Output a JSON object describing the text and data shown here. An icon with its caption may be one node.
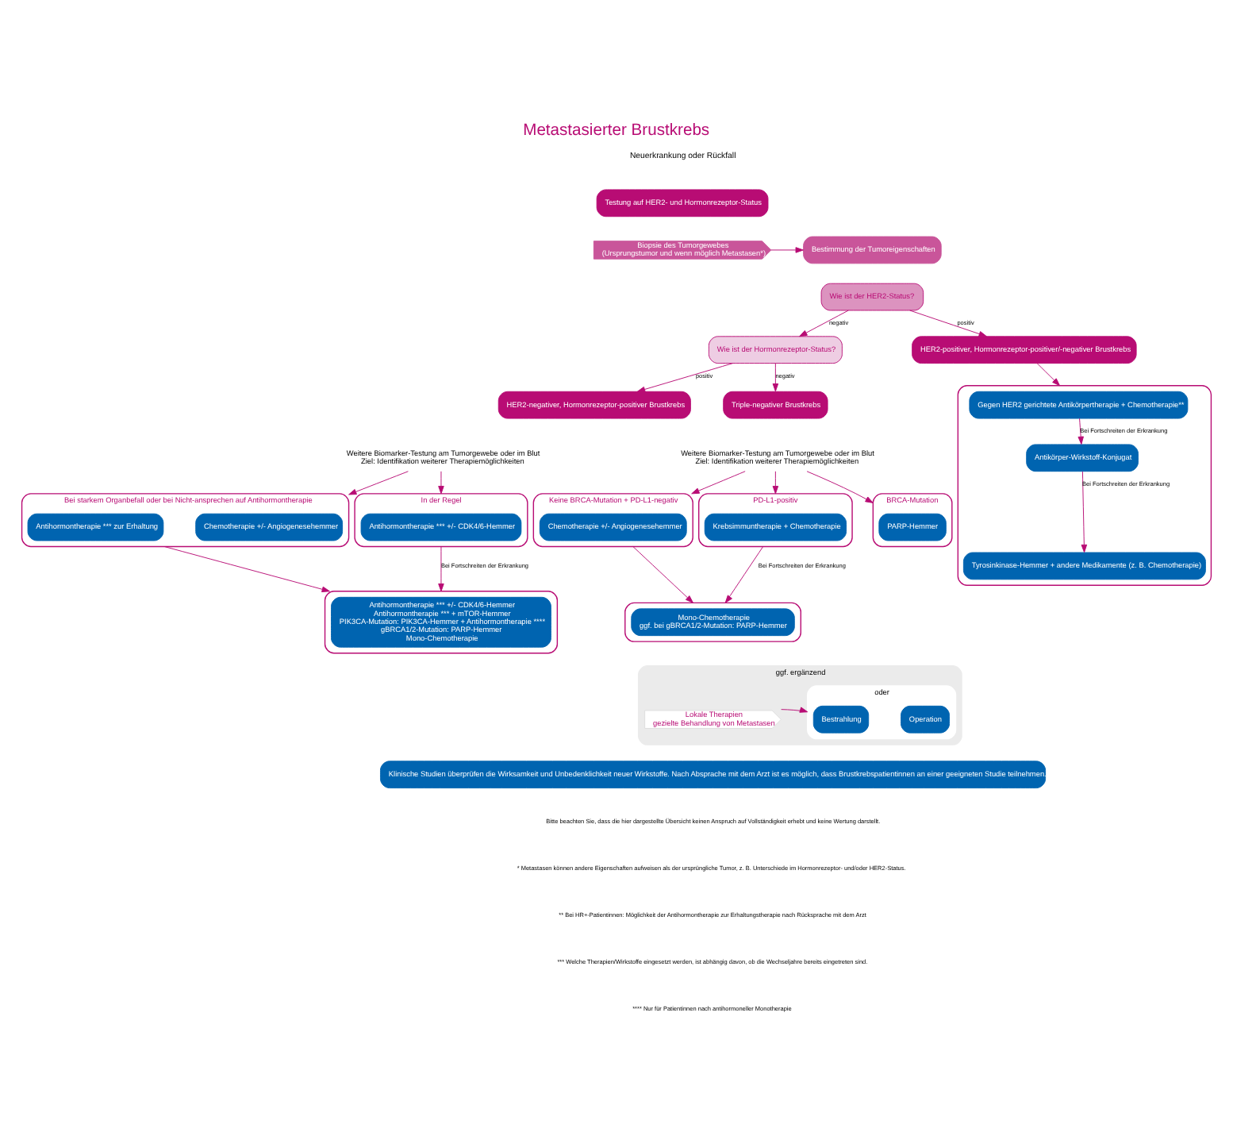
{
  "diagram": {
    "title": "Metastasierter Brustkrebs",
    "nodes": [
      {
        "text": [
          "Testung auf HER2- und Hormonrezeptor-Status"
        ]
      },
      {
        "text": [
          "Biopsie des Tumorgewebes",
          "(Ursprungstumor und wenn möglich Metastasen*)"
        ]
      },
      {
        "text": [
          "Bestimmung der Tumoreigenschaften"
        ]
      },
      {
        "text": [
          "Wie ist der HER2-Status?"
        ]
      },
      {
        "text": [
          "Wie ist der Hormonrezeptor-Status?"
        ]
      },
      {
        "text": [
          "HER2-positiver, Hormonrezeptor-positiver/-negativer Brustkrebs"
        ]
      },
      {
        "text": [
          "HER2-negativer, Hormonrezeptor-positiver Brustkrebs"
        ]
      },
      {
        "text": [
          "Triple-negativer Brustkrebs"
        ]
      },
      {
        "text": [],
        "shape": "box"
      },
      {
        "text": [
          "Gegen HER2 gerichtete Antikörpertherapie + Chemotherapie**"
        ],
        "in": 8
      },
      {
        "text": [
          "Antikörper-Wirkstoff-Konjugat"
        ],
        "in": 8
      },
      {
        "text": [
          "Tyrosinkinase-Hemmer + andere Medikamente (z. B. Chemotherapie)"
        ],
        "in": 8
      },
      {
        "text": [
          "Weitere Biomarker-Testung am Tumorgewebe oder im Blut",
          "Ziel: Identifikation weiterer Therapiemöglichkeiten"
        ]
      },
      {
        "text": [
          "In der Regel"
        ]
      },
      {
        "text": [
          "Antihormontherapie *** +/- CDK4/6-Hemmer"
        ],
        "in": 13
      },
      {
        "text": [
          "Bei starkem Organbefall oder bei Nicht-ansprechen auf Antihormontherapie"
        ]
      },
      {
        "text": [
          "Chemotherapie +/- Angiogenesehemmer"
        ],
        "in": 15
      },
      {
        "text": [
          "Antihormontherapie *** zur Erhaltung"
        ],
        "in": 15
      },
      {
        "text": [],
        "shape": "box"
      },
      {
        "text": [
          "Antihormontherapie *** +/- CDK4/6-Hemmer",
          "Antihormontherapie *** + mTOR-Hemmer",
          "PIK3CA-Mutation: PIK3CA-Hemmer + Antihormontherapie ****",
          "gBRCA1/2-Mutation: PARP-Hemmer",
          "Mono-Chemotherapie"
        ],
        "in": 18
      },
      {
        "text": [
          "Weitere Biomarker-Testung am Tumorgewebe oder im Blut",
          "Ziel: Identifikation weiterer Therapiemöglichkeiten"
        ]
      },
      {
        "text": [
          "PD-L1-positiv"
        ]
      },
      {
        "text": [
          "Krebsimmuntherapie + Chemotherapie"
        ],
        "in": 21
      },
      {
        "text": [
          "BRCA-Mutation"
        ]
      },
      {
        "text": [
          "PARP-Hemmer"
        ],
        "in": 23
      },
      {
        "text": [
          "Keine BRCA-Mutation + PD-L1-negativ"
        ]
      },
      {
        "text": [
          "Chemotherapie +/- Angiogenesehemmer"
        ],
        "in": 25
      },
      {
        "text": [],
        "shape": "box"
      },
      {
        "text": [
          "Mono-Chemotherapie",
          "ggf. bei gBRCA1/2-Mutation: PARP-Hemmer"
        ],
        "in": 27
      },
      {
        "text": [
          "ggf. ergänzend"
        ]
      },
      {
        "text": [
          "Lokale Therapien",
          "gezielte Behandlung von Metastasen"
        ],
        "in": 29
      },
      {
        "text": [
          "oder"
        ],
        "in": 29
      },
      {
        "text": [
          "Bestrahlung"
        ],
        "in": 31
      },
      {
        "text": [
          "Operation"
        ],
        "in": 31
      },
      {
        "text": [
          "Klinische Studien überprüfen die Wirksamkeit und Unbedenklichkeit neuer Wirkstoffe. Nach Absprache mit dem Arzt ist es möglich, dass Brustkrebspatientinnen an einer geeigneten Studie teilnehmen."
        ]
      }
    ],
    "edges": [
      {
        "from": 1,
        "to": 2,
        "arrow": "to"
      },
      {
        "from": 3,
        "to": 5,
        "arrow": "to",
        "label": "positiv"
      },
      {
        "from": 3,
        "to": 4,
        "arrow": "to",
        "label": "negativ"
      },
      {
        "from": 4,
        "to": 6,
        "arrow": "to",
        "label": "positiv"
      },
      {
        "from": 4,
        "to": 7,
        "arrow": "to",
        "label": "negativ"
      },
      {
        "from": 5,
        "to": 8,
        "arrow": "to"
      },
      {
        "from": 9,
        "to": 10,
        "arrow": "to",
        "label": "Bei Fortschreiten der Erkrankung"
      },
      {
        "from": 10,
        "to": 11,
        "arrow": "to",
        "label": "Bei Fortschreiten der Erkrankung"
      },
      {
        "from": 12,
        "to": 13,
        "arrow": "to"
      },
      {
        "from": 12,
        "to": 15,
        "arrow": "to"
      },
      {
        "from": 13,
        "to": 18,
        "arrow": "to",
        "label": "Bei Fortschreiten der Erkrankung"
      },
      {
        "from": 15,
        "to": 18,
        "arrow": "to"
      },
      {
        "from": 20,
        "to": 21,
        "arrow": "to"
      },
      {
        "from": 20,
        "to": 23,
        "arrow": "to"
      },
      {
        "from": 20,
        "to": 25,
        "arrow": "to"
      },
      {
        "from": 21,
        "to": 27,
        "arrow": "to",
        "label": "Bei Fortschreiten der Erkrankung"
      },
      {
        "from": 25,
        "to": 27,
        "arrow": "to"
      },
      {
        "from": 30,
        "to": 31,
        "arrow": "to"
      }
    ],
    "labels": [
      "Neuerkrankung oder Rückfall",
      "Bitte beachten Sie, dass die hier dargestellte Übersicht keinen Anspruch auf Vollständigkeit erhebt und keine Wertung darstellt.",
      "* Metastasen können andere Eigenschaften aufweisen als der ursprüngliche Tumor, z. B. Unterschiede im Hormonrezeptor- und/oder HER2-Status.",
      "** Bei HR+-Patientinnen: Möglichkeit der Antihormontherapie zur Erhaltungstherapie nach Rücksprache mit dem Arzt",
      "*** Welche Therapien/Wirkstoffe eingesetzt werden, ist abhängig davon, ob die Wechseljahre bereits eingetreten sind.",
      "**** Nur für Patientinnen nach antihormoneller Monotherapie"
    ]
  }
}
